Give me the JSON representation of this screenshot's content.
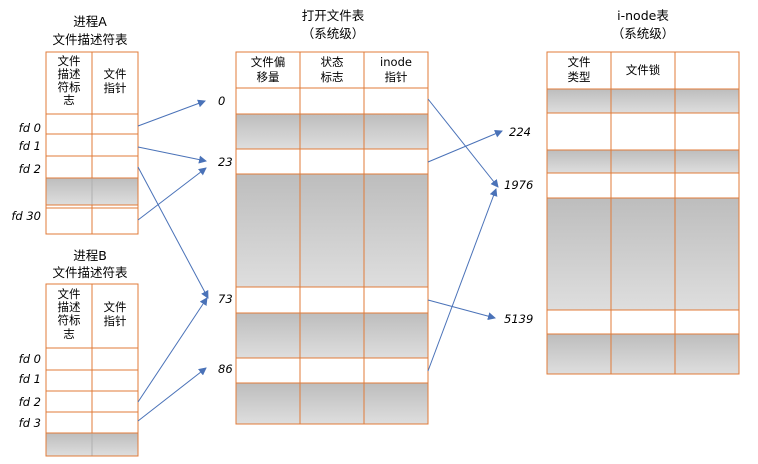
{
  "process_a": {
    "title_line1": "进程A",
    "title_line2": "文件描述符表",
    "header_col1": [
      "文件",
      "描述",
      "符标",
      "志"
    ],
    "header_col2": [
      "文件",
      "指针"
    ],
    "fd_labels": [
      "fd 0",
      "fd 1",
      "fd 2",
      "fd 30"
    ]
  },
  "process_b": {
    "title_line1": "进程B",
    "title_line2": "文件描述符表",
    "header_col1": [
      "文件",
      "描述",
      "符标",
      "志"
    ],
    "header_col2": [
      "文件",
      "指针"
    ],
    "fd_labels": [
      "fd 0",
      "fd 1",
      "fd 2",
      "fd 3"
    ]
  },
  "open_file_table": {
    "title_line1": "打开文件表",
    "title_line2": "（系统级）",
    "headers": [
      [
        "文件偏",
        "移量"
      ],
      [
        "状态",
        "标志"
      ],
      [
        "inode",
        "指针"
      ]
    ],
    "entry_labels": [
      "0",
      "23",
      "73",
      "86"
    ]
  },
  "inode_table": {
    "title_line1": "i-node表",
    "title_line2": "（系统级）",
    "headers": [
      [
        "文件",
        "类型"
      ],
      [
        "文件锁"
      ],
      [
        ""
      ]
    ],
    "entry_labels": [
      "224",
      "1976",
      "5139"
    ]
  },
  "colors": {
    "border": "#e07b39",
    "arrow": "#4a72b8",
    "gray_fill": "#c8c8c8"
  }
}
